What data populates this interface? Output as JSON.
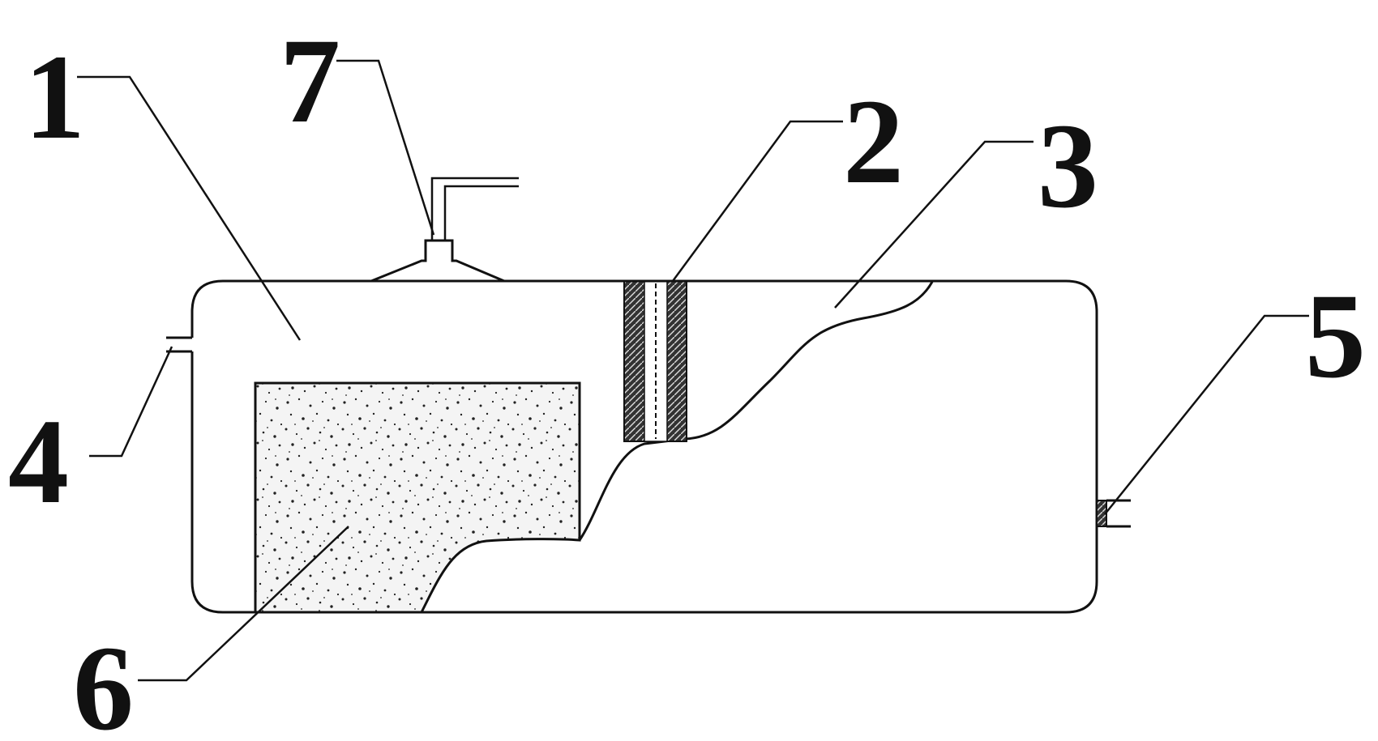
{
  "diagram": {
    "labels": {
      "l1": "1",
      "l2": "2",
      "l3": "3",
      "l4": "4",
      "l5": "5",
      "l6": "6",
      "l7": "7"
    },
    "colors": {
      "ink": "#111111",
      "background": "#ffffff",
      "speckle_fill": "#f2f2f2"
    }
  }
}
